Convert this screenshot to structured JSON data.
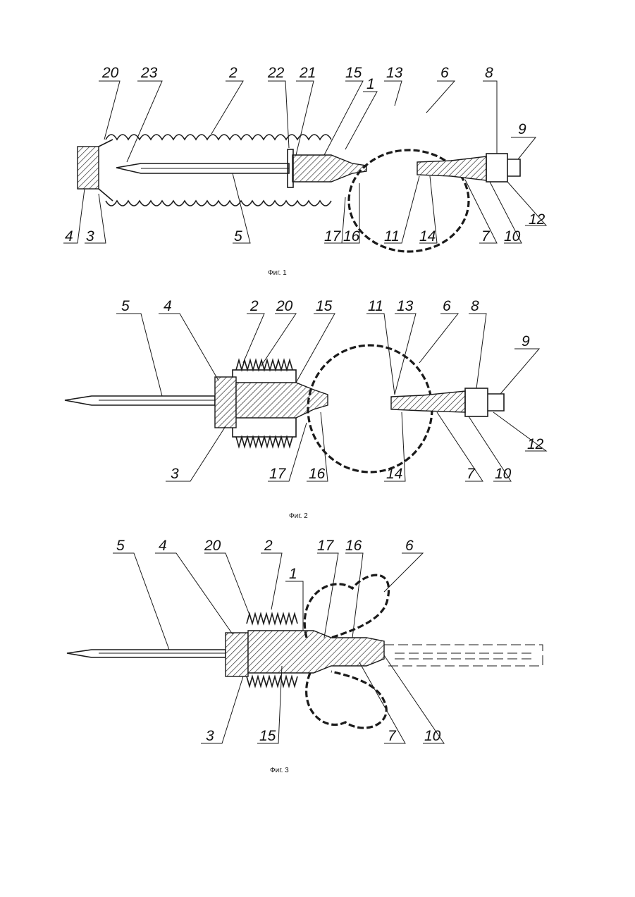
{
  "figures": [
    {
      "id": "fig1",
      "caption": "Фиг. 1",
      "labels_top": [
        "20",
        "23",
        "2",
        "22",
        "21",
        "15",
        "1",
        "13",
        "6",
        "8",
        "9"
      ],
      "labels_bottom": [
        "4",
        "3",
        "5",
        "17",
        "16",
        "11",
        "14",
        "7",
        "10",
        "12"
      ]
    },
    {
      "id": "fig2",
      "caption": "Фиг. 2",
      "labels_top": [
        "5",
        "4",
        "2",
        "20",
        "15",
        "11",
        "13",
        "6",
        "8",
        "9"
      ],
      "labels_bottom": [
        "3",
        "17",
        "16",
        "14",
        "7",
        "10",
        "12"
      ]
    },
    {
      "id": "fig3",
      "caption": "Фиг. 3",
      "labels_top": [
        "5",
        "4",
        "20",
        "2",
        "1",
        "17",
        "16",
        "6"
      ],
      "labels_bottom": [
        "3",
        "15",
        "7",
        "10"
      ]
    }
  ]
}
